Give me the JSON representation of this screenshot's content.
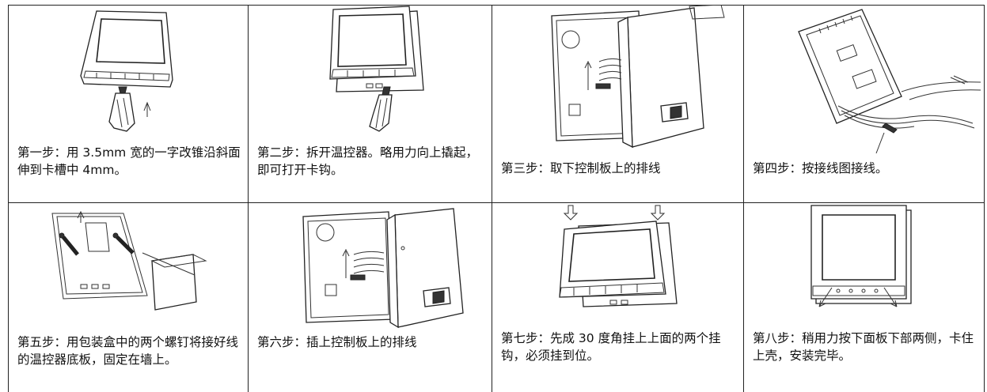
{
  "steps": [
    {
      "caption": "第一步：用 3.5mm 宽的一字改锥沿斜面伸到卡槽中 4mm。"
    },
    {
      "caption": "第二步：拆开温控器。略用力向上撬起，即可打开卡钩。"
    },
    {
      "caption": "第三步：取下控制板上的排线"
    },
    {
      "caption": "第四步：按接线图接线。"
    },
    {
      "caption": "第五步：用包装盒中的两个螺钉将接好线的温控器底板，固定在墙上。"
    },
    {
      "caption": "第六步：插上控制板上的排线"
    },
    {
      "caption": "第七步：先成 30 度角挂上上面的两个挂钩，必须挂到位。"
    },
    {
      "caption": "第八步：稍用力按下面板下部两侧，卡住上壳，安装完毕。"
    }
  ]
}
